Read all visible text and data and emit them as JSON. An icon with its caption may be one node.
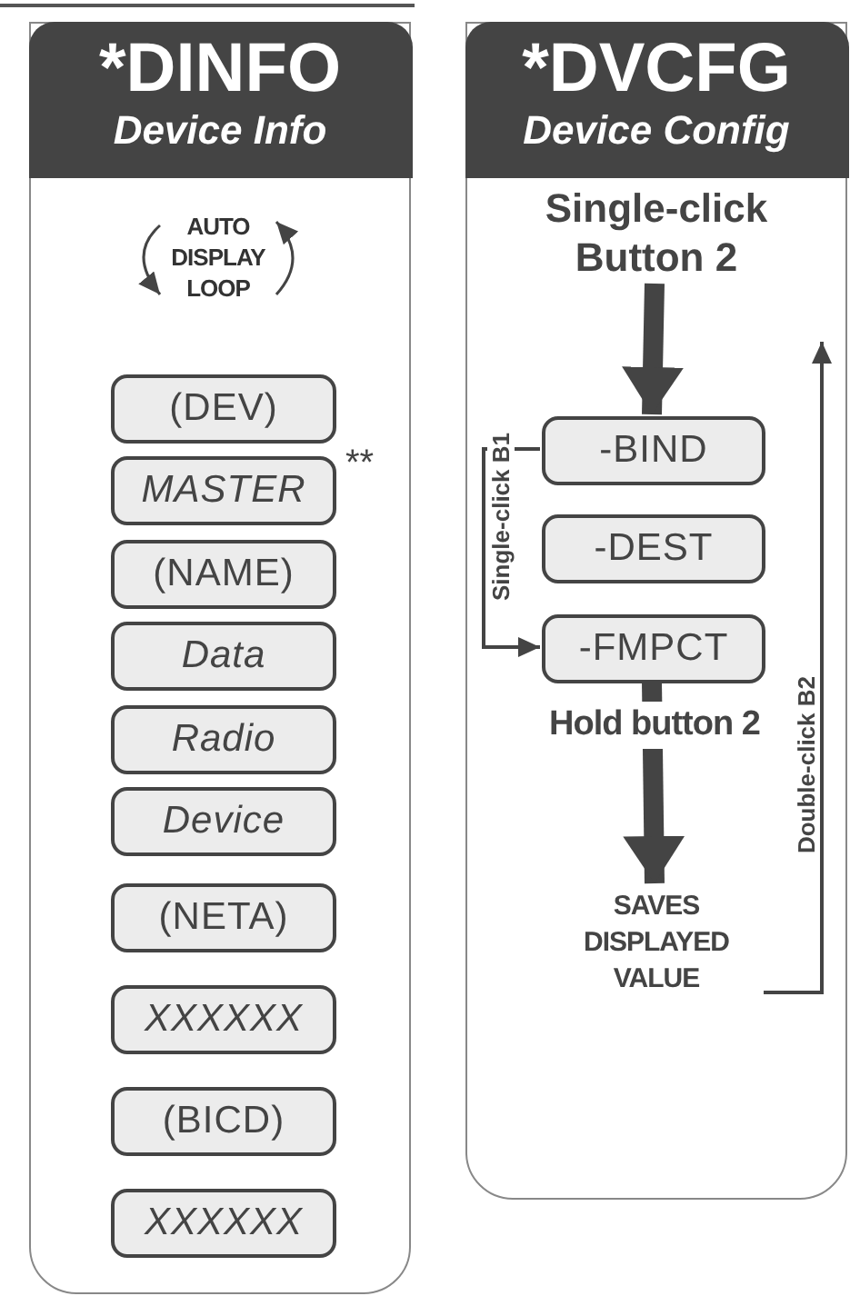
{
  "diagram": {
    "nodes": [
      {
        "text": [
          "*DINFO",
          "Device Info"
        ]
      },
      {
        "text": [
          "(DEV)"
        ],
        "in": 0
      },
      {
        "text": [
          "MASTER"
        ],
        "in": 0,
        "beside": [
          "**"
        ]
      },
      {
        "text": [
          "(NAME)"
        ],
        "in": 0
      },
      {
        "text": [
          "Data"
        ],
        "in": 0
      },
      {
        "text": [
          "Radio"
        ],
        "in": 0
      },
      {
        "text": [
          "Device"
        ],
        "in": 0
      },
      {
        "text": [
          "(NETA)"
        ],
        "in": 0
      },
      {
        "text": [
          "XXXXXX"
        ],
        "in": 0
      },
      {
        "text": [
          "(BICD)"
        ],
        "in": 0
      },
      {
        "text": [
          "XXXXXX"
        ],
        "in": 0
      },
      {
        "text": [
          "*DVCFG",
          "Device Config"
        ]
      },
      {
        "text": [
          "Single-click Button 2"
        ],
        "in": 11
      },
      {
        "text": [
          "-BIND"
        ],
        "in": 11
      },
      {
        "text": [
          "-DEST"
        ],
        "in": 11
      },
      {
        "text": [
          "-FMPCT"
        ],
        "in": 11
      },
      {
        "text": [
          "SAVES DISPLAYED VALUE"
        ],
        "in": 11
      }
    ],
    "edges": [
      {
        "from": 12,
        "to": 13,
        "arrow": "to",
        "style": "thick"
      },
      {
        "from": 13,
        "to": 15,
        "arrow": "to",
        "label": "Single-click B1"
      },
      {
        "from": 15,
        "to": 16,
        "arrow": "to",
        "style": "thick",
        "label": "Hold button 2"
      },
      {
        "from": 16,
        "to": null,
        "arrow": "to",
        "label": "Double-click B2"
      }
    ],
    "labels": [
      "AUTO DISPLAY LOOP"
    ]
  }
}
